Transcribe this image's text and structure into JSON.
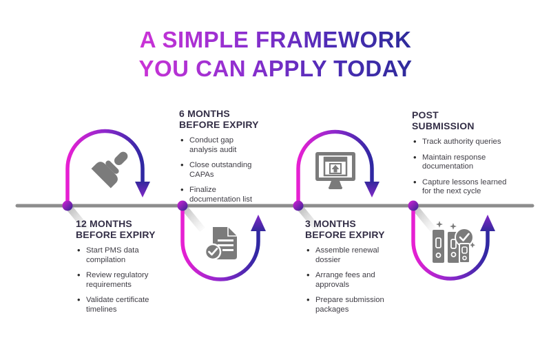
{
  "title": {
    "line1": "A SIMPLE FRAMEWORK",
    "line2": "YOU CAN APPLY TODAY"
  },
  "stages": [
    {
      "name": "12-months-before-expiry",
      "heading_line1": "12 MONTHS",
      "heading_line2": "BEFORE EXPIRY",
      "icon": "stamp-icon",
      "bullets": [
        "Start PMS data compilation",
        "Review regulatory requirements",
        "Validate certificate timelines"
      ]
    },
    {
      "name": "6-months-before-expiry",
      "heading_line1": "6 MONTHS",
      "heading_line2": "BEFORE EXPIRY",
      "icon": "document-check-icon",
      "bullets": [
        "Conduct gap analysis audit",
        "Close outstanding CAPAs",
        "Finalize documentation list"
      ]
    },
    {
      "name": "3-months-before-expiry",
      "heading_line1": "3 MONTHS",
      "heading_line2": "BEFORE EXPIRY",
      "icon": "monitor-upload-icon",
      "bullets": [
        "Assemble renewal dossier",
        "Arrange fees and approvals",
        "Prepare submission packages"
      ]
    },
    {
      "name": "post-submission",
      "heading_line1": "POST",
      "heading_line2": "SUBMISSION",
      "icon": "binders-clock-icon",
      "bullets": [
        "Track authority queries",
        "Maintain response documentation",
        "Capture lessons learned for the next cycle"
      ]
    }
  ],
  "colors": {
    "title_gradient_start": "#cb33d6",
    "title_gradient_end": "#2e2b9a",
    "loop_gradient_start": "#e720d2",
    "loop_gradient_mid": "#8d28cc",
    "loop_gradient_end": "#2f28a2",
    "timeline_gray": "#8d8d8d",
    "icon_gray": "#7b7b7b",
    "heading_text": "#332e46",
    "body_text": "#3e3c44"
  }
}
